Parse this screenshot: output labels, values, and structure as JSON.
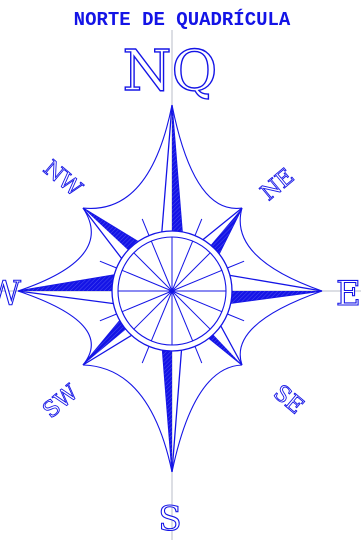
{
  "header": {
    "title": "NORTE DE QUADRÍCULA",
    "north_mark": "NQ"
  },
  "cardinals": {
    "east": "E",
    "west": "W",
    "south": "S"
  },
  "intercardinals": {
    "ne": "NE",
    "nw": "NW",
    "se": "SE",
    "sw": "SW"
  },
  "colors": {
    "ink": "#1414e6",
    "guide": "#b9bcc8",
    "background": "#ffffff"
  }
}
